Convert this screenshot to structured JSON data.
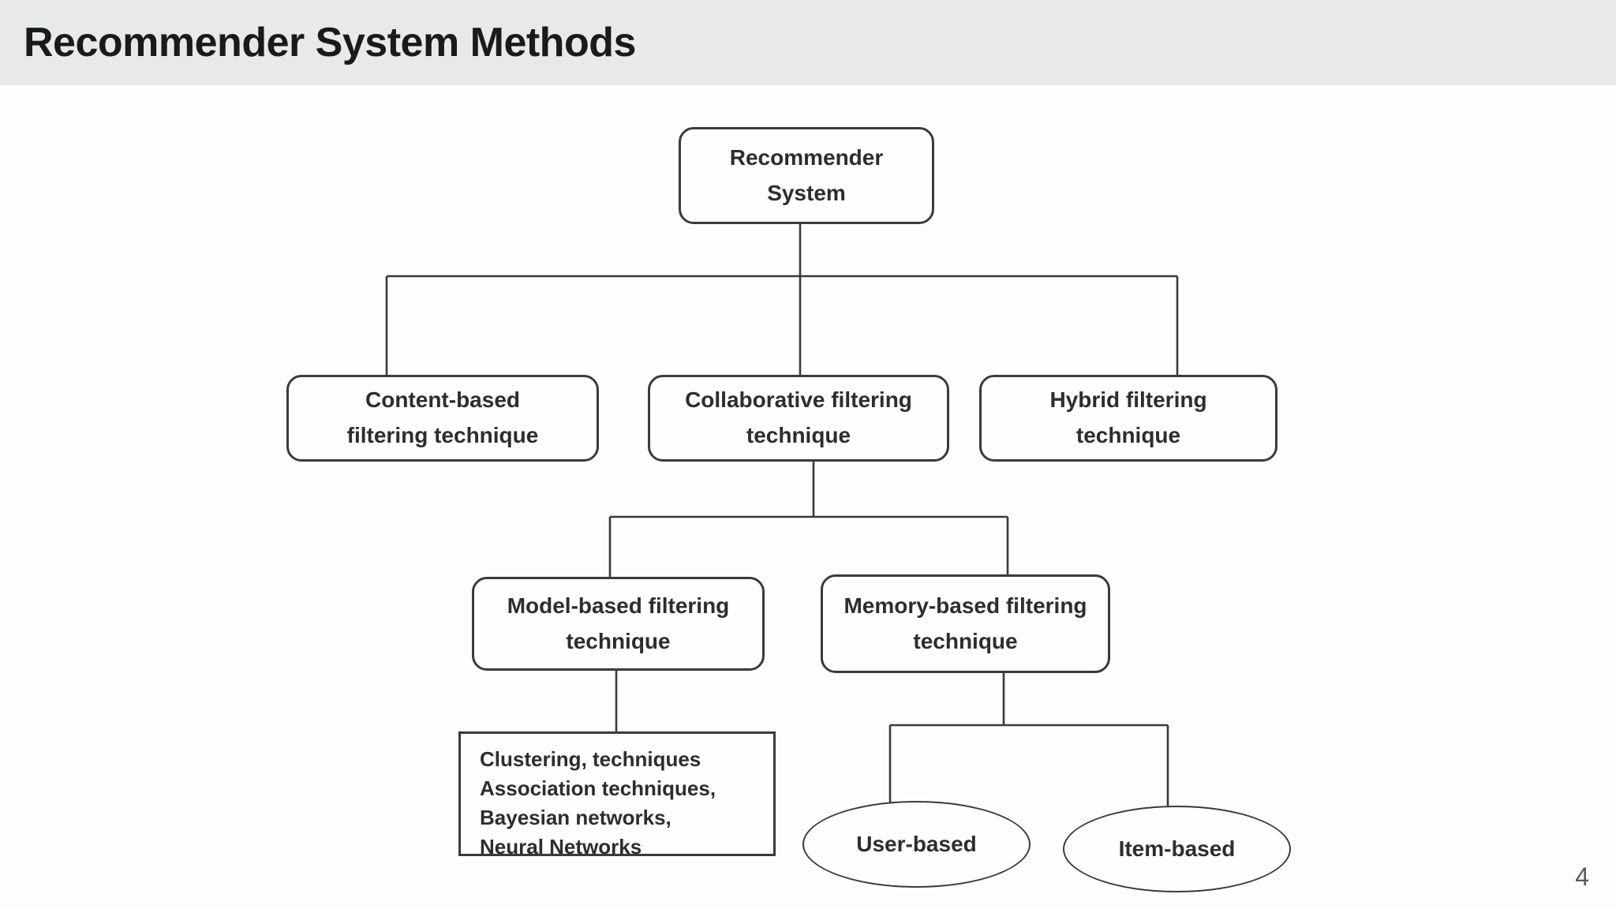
{
  "header": {
    "title": "Recommender System Methods"
  },
  "diagram": {
    "nodes": {
      "root": {
        "label": "Recommender System"
      },
      "content_based": {
        "label": "Content-based filtering technique"
      },
      "collaborative": {
        "label": "Collaborative filtering technique"
      },
      "hybrid": {
        "label": "Hybrid filtering technique"
      },
      "model_based": {
        "label": "Model-based filtering technique"
      },
      "memory_based": {
        "label": "Memory-based filtering technique"
      },
      "clustering_list": {
        "lines": [
          "Clustering, techniques",
          "Association techniques,",
          "Bayesian networks,",
          "Neural Networks"
        ]
      },
      "user_based": {
        "label": "User-based"
      },
      "item_based": {
        "label": "Item-based"
      }
    }
  },
  "theme": {
    "line_color": "#3a3a3a",
    "node_text_color": "#2d2d2d",
    "header_background": "#e7eae8",
    "title_color": "#1a1a1a",
    "page_background": "#fdfdfd",
    "page_number_color": "#5a5a5a"
  },
  "footer": {
    "page_number": "4"
  }
}
